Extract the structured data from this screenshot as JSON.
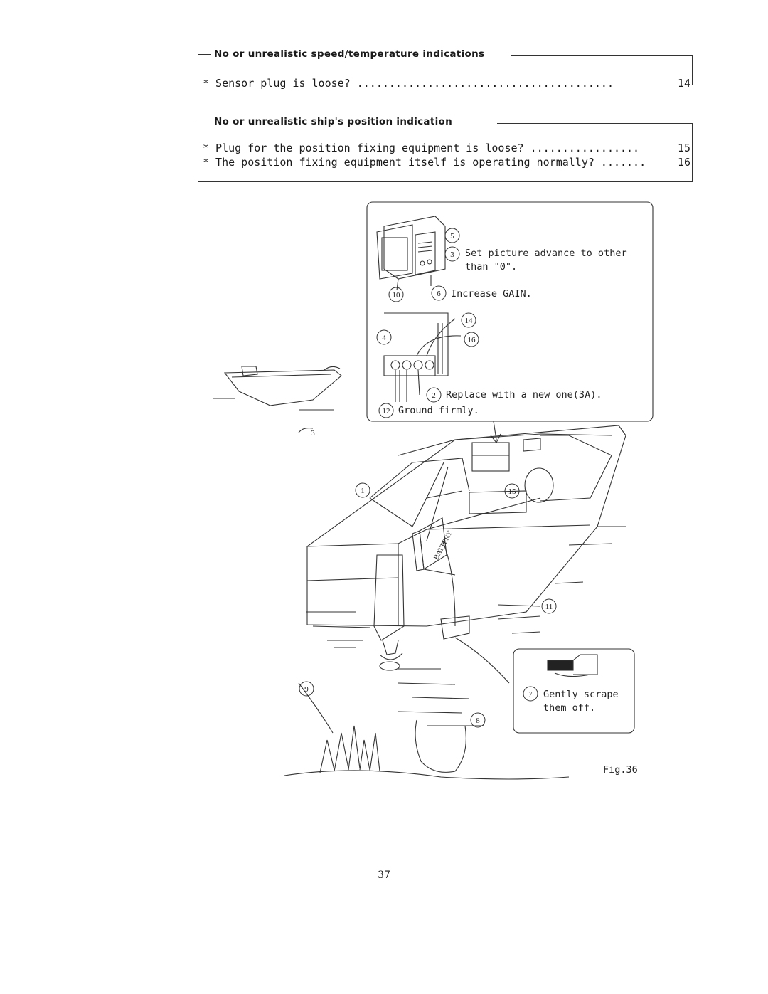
{
  "sections": [
    {
      "title": "No or unrealistic speed/temperature indications",
      "items": [
        {
          "text": "* Sensor plug is loose? ........................................",
          "page": "14"
        }
      ]
    },
    {
      "title": "No or unrealistic ship's position indication",
      "items": [
        {
          "text": "* Plug for the position fixing equipment is loose? .................",
          "page": "15"
        },
        {
          "text": "* The position fixing equipment itself is operating normally? .......",
          "page": "16"
        }
      ]
    }
  ],
  "figure": {
    "callouts": {
      "set_picture": [
        "Set picture advance to other",
        "than \"0\"."
      ],
      "increase_gain": "Increase GAIN.",
      "replace": "Replace with a new one(3A).",
      "ground": "Ground firmly.",
      "scrape": [
        "Gently scrape",
        "them off."
      ]
    },
    "numbers": [
      "1",
      "2",
      "3",
      "4",
      "5",
      "6",
      "7",
      "8",
      "9",
      "10",
      "11",
      "12",
      "14",
      "15",
      "16"
    ],
    "battery_text": "BATTERY",
    "caption": "Fig.36"
  },
  "page_number": "37"
}
